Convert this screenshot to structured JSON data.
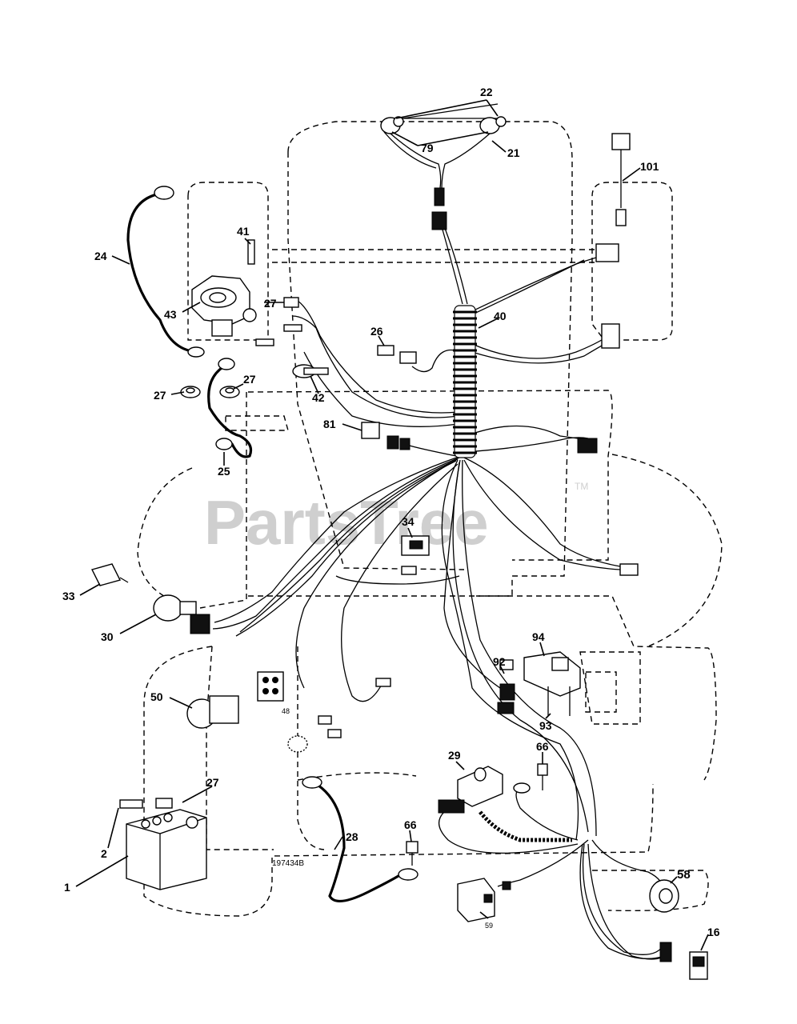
{
  "watermark": {
    "text": "PartsTree",
    "mark": "TM"
  },
  "drawing_number": "197434B",
  "callouts": {
    "c1": "1",
    "c2": "2",
    "c16": "16",
    "c21": "21",
    "c22": "22",
    "c24": "24",
    "c25": "25",
    "c26": "26",
    "c27a": "27",
    "c27b": "27",
    "c27c": "27",
    "c27d": "27",
    "c28": "28",
    "c29": "29",
    "c30": "30",
    "c33": "33",
    "c34": "34",
    "c40": "40",
    "c41": "41",
    "c42": "42",
    "c43": "43",
    "c48": "48",
    "c50": "50",
    "c58": "58",
    "c59": "59",
    "c66a": "66",
    "c66b": "66",
    "c79": "79",
    "c81": "81",
    "c92": "92",
    "c93": "93",
    "c94": "94",
    "c101": "101"
  },
  "colors": {
    "line": "#000000",
    "watermark": "#cfcfcf",
    "background": "#ffffff"
  }
}
